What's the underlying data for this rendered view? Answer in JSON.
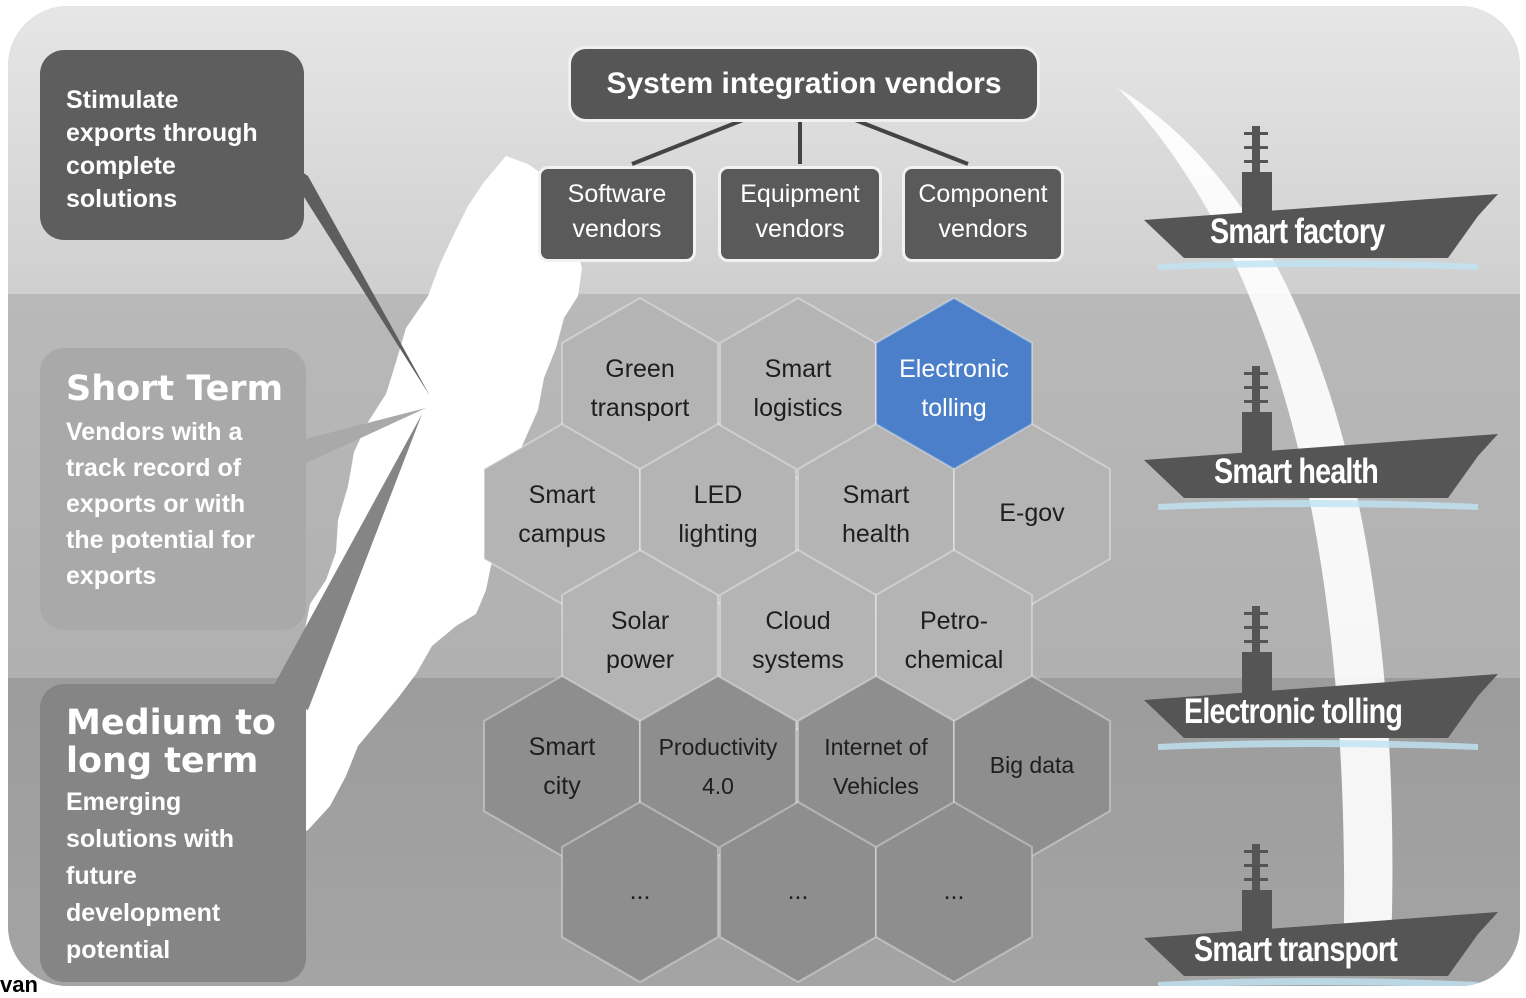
{
  "integrator": {
    "title": "System integration vendors"
  },
  "vendors": [
    {
      "line1": "Software",
      "line2": "vendors"
    },
    {
      "line1": "Equipment",
      "line2": "vendors"
    },
    {
      "line1": "Component",
      "line2": "vendors"
    }
  ],
  "callouts": {
    "top": {
      "lines": [
        "Stimulate",
        "exports through",
        "complete",
        "solutions"
      ]
    },
    "short_term": {
      "title": "Short Term",
      "lines": [
        "Vendors with a",
        "track record of",
        "exports or with",
        "the potential for",
        "exports"
      ]
    },
    "medium_term": {
      "title_line1": "Medium to",
      "title_line2": "long term",
      "lines": [
        "Emerging",
        "solutions with",
        "future",
        "development",
        "potential"
      ]
    }
  },
  "hexagons": [
    {
      "line1": "Green",
      "line2": "transport"
    },
    {
      "line1": "Smart",
      "line2": "logistics"
    },
    {
      "line1": "Electronic",
      "line2": "tolling"
    },
    {
      "line1": "Smart",
      "line2": "campus"
    },
    {
      "line1": "LED",
      "line2": "lighting"
    },
    {
      "line1": "Smart",
      "line2": "health"
    },
    {
      "line1": "E-gov",
      "line2": ""
    },
    {
      "line1": "Solar",
      "line2": "power"
    },
    {
      "line1": "Cloud",
      "line2": "systems"
    },
    {
      "line1": "Petro-",
      "line2": "chemical"
    },
    {
      "line1": "Smart",
      "line2": "city"
    },
    {
      "line1": "Productivity",
      "line2": "4.0"
    },
    {
      "line1": "Internet of",
      "line2": "Vehicles"
    },
    {
      "line1": "Big data",
      "line2": ""
    },
    {
      "line1": "...",
      "line2": ""
    },
    {
      "line1": "...",
      "line2": ""
    },
    {
      "line1": "...",
      "line2": ""
    }
  ],
  "ships": [
    {
      "label": "Smart factory"
    },
    {
      "label": "Smart health"
    },
    {
      "label": "Electronic tolling"
    },
    {
      "label": "Smart transport"
    }
  ],
  "colors": {
    "highlight": "#4b7fc9",
    "hex_light": "#b4b4b4",
    "hex_mid": "#a8a8a8",
    "hex_dark": "#8e8e8e",
    "ship": "#555555"
  },
  "footnote": "van"
}
